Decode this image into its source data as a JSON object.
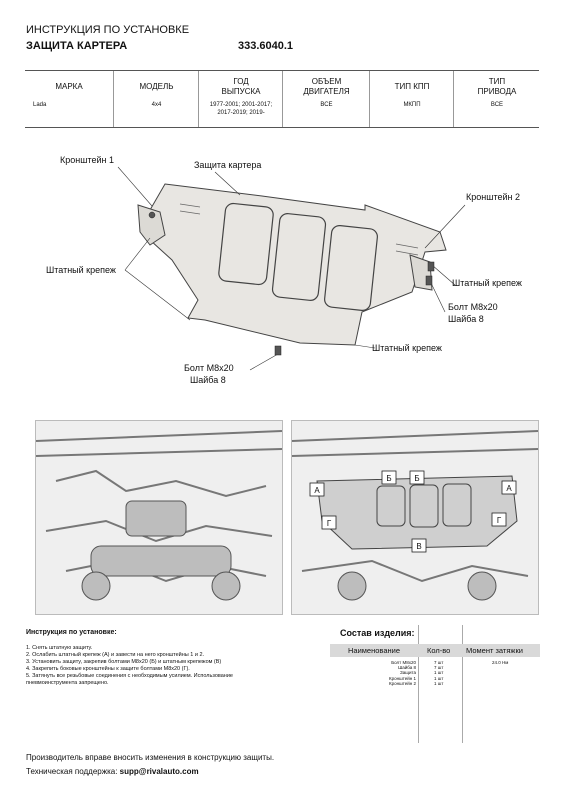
{
  "header": {
    "line1": "ИНСТРУКЦИЯ ПО УСТАНОВКЕ",
    "line2": "ЗАЩИТА КАРТЕРА",
    "article": "333.6040.1"
  },
  "spec_table": {
    "headers": [
      "МАРКА",
      "МОДЕЛЬ",
      "ГОД\nВЫПУСКА",
      "ОБЪЕМ\nДВИГАТЕЛЯ",
      "ТИП КПП",
      "ТИП\nПРИВОДА"
    ],
    "values": [
      "Lada",
      "4x4",
      "1977-2001; 2001-2017;\n2017-2019; 2019-",
      "ВСЕ",
      "МКПП",
      "ВСЕ"
    ]
  },
  "diagram_labels": {
    "bracket1": "Кронштейн 1",
    "guard": "Защита картера",
    "bracket2": "Кронштейн 2",
    "std_fastener_left": "Штатный крепеж",
    "std_fastener_right": "Штатный крепеж",
    "bolt_right_1": "Болт М8х20",
    "bolt_right_2": "Шайба 8",
    "std_fastener_bottom": "Штатный крепеж",
    "bolt_bottom_1": "Болт М8х20",
    "bolt_bottom_2": "Шайба 8"
  },
  "photo_markers": {
    "a": "А",
    "b": "Б",
    "v": "В",
    "g": "Г"
  },
  "instructions": {
    "title": "Инструкция по установке:",
    "steps": [
      "1. Снять штатную защиту.",
      "2. Ослабить штатный крепеж (А) и завести на него кронштейны 1 и 2.",
      "3. Установить защиту, закрепив болтами М8х20 (Б) и штатным крепежом (В)",
      "4. Закрепить боковые кронштейны к защите болтами М8х20 (Г).",
      "5. Затянуть все резьбовые соединения с необходимым усилием. Использование",
      "пневмоинструмента запрещено."
    ]
  },
  "composition": {
    "title": "Состав изделия:",
    "col_name": "Наименование",
    "col_qty": "Кол-во",
    "col_torque": "Момент затяжки",
    "items": [
      {
        "name": "Болт М8х20",
        "qty": "7 шт",
        "torque": "24.0 Нм"
      },
      {
        "name": "Шайба 8",
        "qty": "7 шт",
        "torque": ""
      },
      {
        "name": "Защита",
        "qty": "1 шт",
        "torque": ""
      },
      {
        "name": "Кронштейн 1",
        "qty": "1 шт",
        "torque": ""
      },
      {
        "name": "Кронштейн 2",
        "qty": "1 шт",
        "torque": ""
      }
    ]
  },
  "footer": {
    "disclaimer": "Производитель вправе вносить изменения в конструкцию защиты.",
    "support_label": "Техническая поддержка: ",
    "support_email": "supp@rivalauto.com"
  }
}
